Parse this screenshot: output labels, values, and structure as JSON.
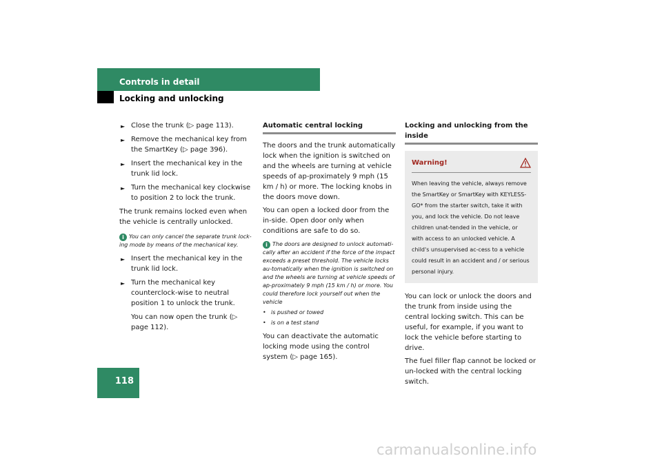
{
  "header": {
    "section": "Controls in detail",
    "subsection": "Locking and unlocking"
  },
  "page_number": "118",
  "col1": {
    "bullets_a": [
      "Close the trunk (▷ page 113).",
      "Remove the mechanical key from the SmartKey (▷ page 396).",
      "Insert the mechanical key in the trunk lid lock.",
      "Turn the mechanical key clockwise to position 2 to lock the trunk."
    ],
    "para": "The trunk remains locked even when the vehicle is centrally unlocked.",
    "info": "You can only cancel the separate trunk lock-ing mode by means of the mechanical key.",
    "bullets_b": [
      "Insert the mechanical key in the trunk lid lock.",
      "Turn the mechanical key counterclock-wise to neutral position 1 to unlock the trunk."
    ],
    "after": "You can now open the trunk (▷ page 112)."
  },
  "col2": {
    "heading": "Automatic central locking",
    "p1": "The doors and the trunk automatically lock when the ignition is switched on and the wheels are turning at vehicle speeds of ap-proximately 9 mph (15 km / h) or more. The locking knobs in the doors move down.",
    "p2": "You can open a locked door from the in-side. Open door only when conditions are safe to do so.",
    "info": "The doors are designed to unlock automati-cally after an accident if the force of the impact exceeds a preset threshold. The vehicle locks au-tomatically when the ignition is switched on and the wheels are turning at vehicle speeds of ap-proximately 9 mph (15 km / h) or more. You could therefore lock yourself out when the vehicle",
    "dots": [
      "is pushed or towed",
      "is on a test stand"
    ],
    "p3": "You can deactivate the automatic locking mode using the control system (▷ page 165)."
  },
  "col3": {
    "heading": "Locking and unlocking from the inside",
    "warning_title": "Warning!",
    "warning_icon": "warning-triangle-icon",
    "warning_text": "When leaving the vehicle, always remove the SmartKey or SmartKey with KEYLESS-GO* from the starter switch, take it with you, and lock the vehicle. Do not leave children unat-tended in the vehicle, or with access to an unlocked vehicle. A child's unsupervised ac-cess to a vehicle could result in an accident and / or serious personal injury.",
    "p1": "You can lock or unlock the doors and the trunk from inside using the central locking switch. This can be useful, for example, if you want to lock the vehicle before starting to drive.",
    "p2": "The fuel filler flap cannot be locked or un-locked with the central locking switch."
  },
  "watermark": "carmanualsonline.info",
  "colors": {
    "accent": "#2f8a64",
    "warning": "#a0261e",
    "rule": "#8c8c8c"
  }
}
